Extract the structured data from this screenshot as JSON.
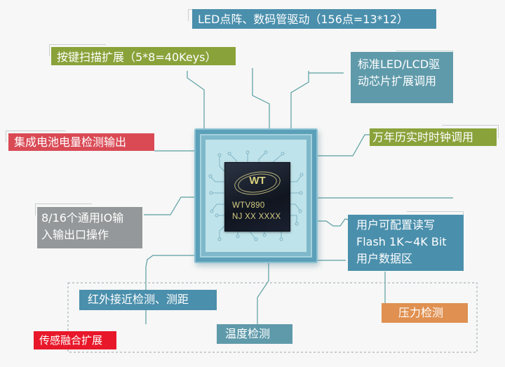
{
  "diagram": {
    "chip": {
      "logo": "WT",
      "model": "WTV890",
      "marking": "NJ XX XXXX"
    },
    "features": [
      {
        "id": "led",
        "text": "LED点阵、数码管驱动（156点=13*12）",
        "color": "#4a8fac"
      },
      {
        "id": "keys",
        "text": "按键扫描扩展（5*8=40Keys）",
        "color": "#8aa23a"
      },
      {
        "id": "led-lcd",
        "line1": "标准LED/LCD驱",
        "line2": "动芯片扩展调用",
        "color": "#5f9aaa"
      },
      {
        "id": "battery",
        "text": "集成电池电量检测输出",
        "color": "#d94a55"
      },
      {
        "id": "rtc",
        "text": "万年历实时时钟调用",
        "color": "#8aa23a"
      },
      {
        "id": "io",
        "line1": "8/16个通用IO输",
        "line2": "入输出口操作",
        "color": "#95989a"
      },
      {
        "id": "flash",
        "line1": "用户可配置读写",
        "line2": "Flash 1K~4K Bit",
        "line3": "用户数据区",
        "color": "#4a8fac"
      },
      {
        "id": "ir",
        "text": "红外接近检测、测距",
        "color": "#4a8fac"
      },
      {
        "id": "pressure",
        "text": "压力检测",
        "color": "#e09050"
      },
      {
        "id": "temperature",
        "text": "温度检测",
        "color": "#5f9aaa"
      },
      {
        "id": "sensor-fusion",
        "text": "传感融合扩展",
        "color": "#e8182a"
      }
    ]
  }
}
